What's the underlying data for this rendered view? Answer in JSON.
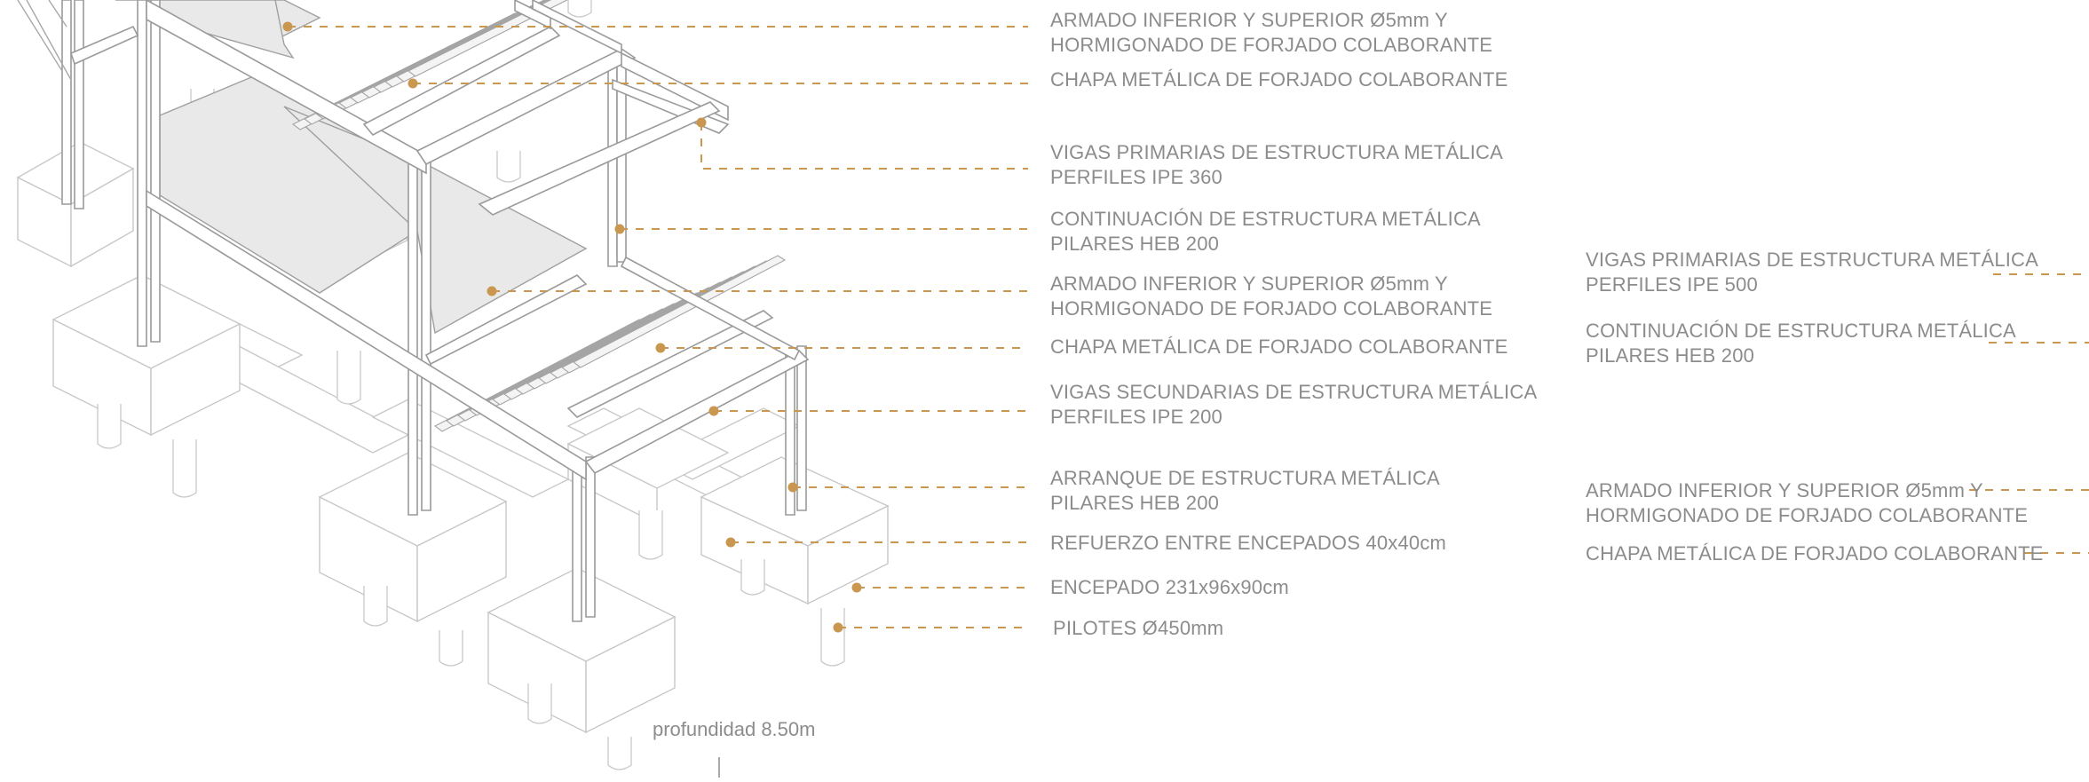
{
  "callouts_main": [
    {
      "line1": "ARMADO INFERIOR Y SUPERIOR Ø5mm Y",
      "line2": "HORMIGONADO DE FORJADO COLABORANTE"
    },
    {
      "line1": "CHAPA METÁLICA DE FORJADO COLABORANTE",
      "line2": ""
    },
    {
      "line1": "VIGAS PRIMARIAS DE ESTRUCTURA METÁLICA",
      "line2": "PERFILES IPE 360"
    },
    {
      "line1": "CONTINUACIÓN DE ESTRUCTURA METÁLICA",
      "line2": "PILARES HEB 200"
    },
    {
      "line1": "ARMADO INFERIOR Y SUPERIOR Ø5mm Y",
      "line2": "HORMIGONADO DE FORJADO COLABORANTE"
    },
    {
      "line1": "CHAPA METÁLICA DE FORJADO COLABORANTE",
      "line2": ""
    },
    {
      "line1": "VIGAS SECUNDARIAS DE ESTRUCTURA METÁLICA",
      "line2": "PERFILES IPE 200"
    },
    {
      "line1": "ARRANQUE DE ESTRUCTURA METÁLICA",
      "line2": "PILARES HEB 200"
    },
    {
      "line1": "REFUERZO ENTRE ENCEPADOS 40x40cm",
      "line2": ""
    },
    {
      "line1": "ENCEPADO 231x96x90cm",
      "line2": ""
    },
    {
      "line1": "PILOTES Ø450mm",
      "line2": ""
    }
  ],
  "callouts_right": [
    {
      "line1": "VIGAS PRIMARIAS DE ESTRUCTURA METÁLICA",
      "line2": "PERFILES IPE 500"
    },
    {
      "line1": "CONTINUACIÓN DE ESTRUCTURA METÁLICA",
      "line2": "PILARES HEB 200"
    },
    {
      "line1": "ARMADO INFERIOR Y SUPERIOR Ø5mm Y",
      "line2": "HORMIGONADO DE FORJADO COLABORANTE"
    },
    {
      "line1": "CHAPA METÁLICA DE FORJADO COLABORANTE",
      "line2": ""
    }
  ],
  "depth_label": "profundidad 8.50m",
  "colors": {
    "leader": "#c9974f",
    "text": "#8c8c8c",
    "lines": "#9a9a9a",
    "slab": "#e9e9e9"
  }
}
